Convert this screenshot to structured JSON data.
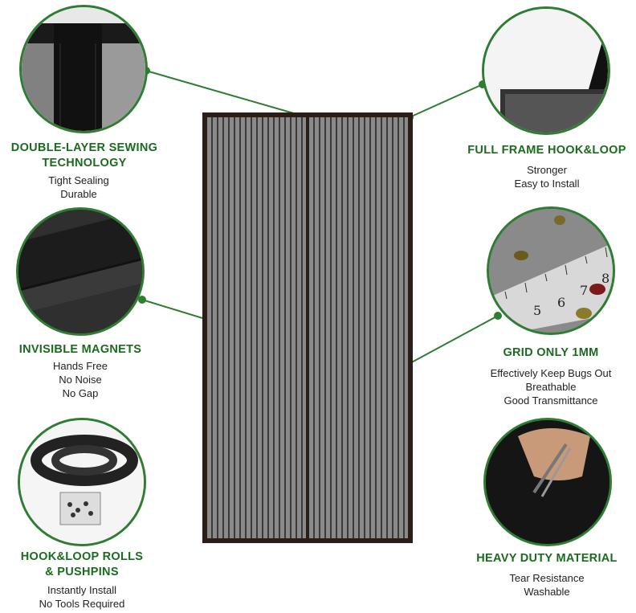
{
  "features": [
    {
      "id": "double-layer",
      "heading_lines": [
        "DOUBLE-LAYER SEWING",
        "TECHNOLOGY"
      ],
      "details": [
        "Tight Sealing",
        "Durable"
      ]
    },
    {
      "id": "full-frame",
      "heading_lines": [
        "FULL FRAME HOOK&LOOP"
      ],
      "details": [
        "Stronger",
        "Easy to Install"
      ]
    },
    {
      "id": "invisible-magnets",
      "heading_lines": [
        "INVISIBLE MAGNETS"
      ],
      "details": [
        "Hands Free",
        "No Noise",
        "No Gap"
      ]
    },
    {
      "id": "grid",
      "heading_lines": [
        "GRID ONLY 1MM"
      ],
      "details": [
        "Effectively Keep Bugs Out",
        "Breathable",
        "Good Transmittance"
      ]
    },
    {
      "id": "rolls",
      "heading_lines": [
        "HOOK&LOOP ROLLS",
        "& PUSHPINS"
      ],
      "details": [
        "Instantly Install",
        "No Tools Required"
      ]
    },
    {
      "id": "heavy-duty",
      "heading_lines": [
        "HEAVY DUTY MATERIAL"
      ],
      "details": [
        "Tear Resistance",
        "Washable"
      ]
    }
  ],
  "ruler_numbers": [
    "5",
    "6",
    "7",
    "8"
  ],
  "colors": {
    "accent": "#1b6b1f",
    "ring": "#2e7d32",
    "frame": "#2b1d17"
  }
}
